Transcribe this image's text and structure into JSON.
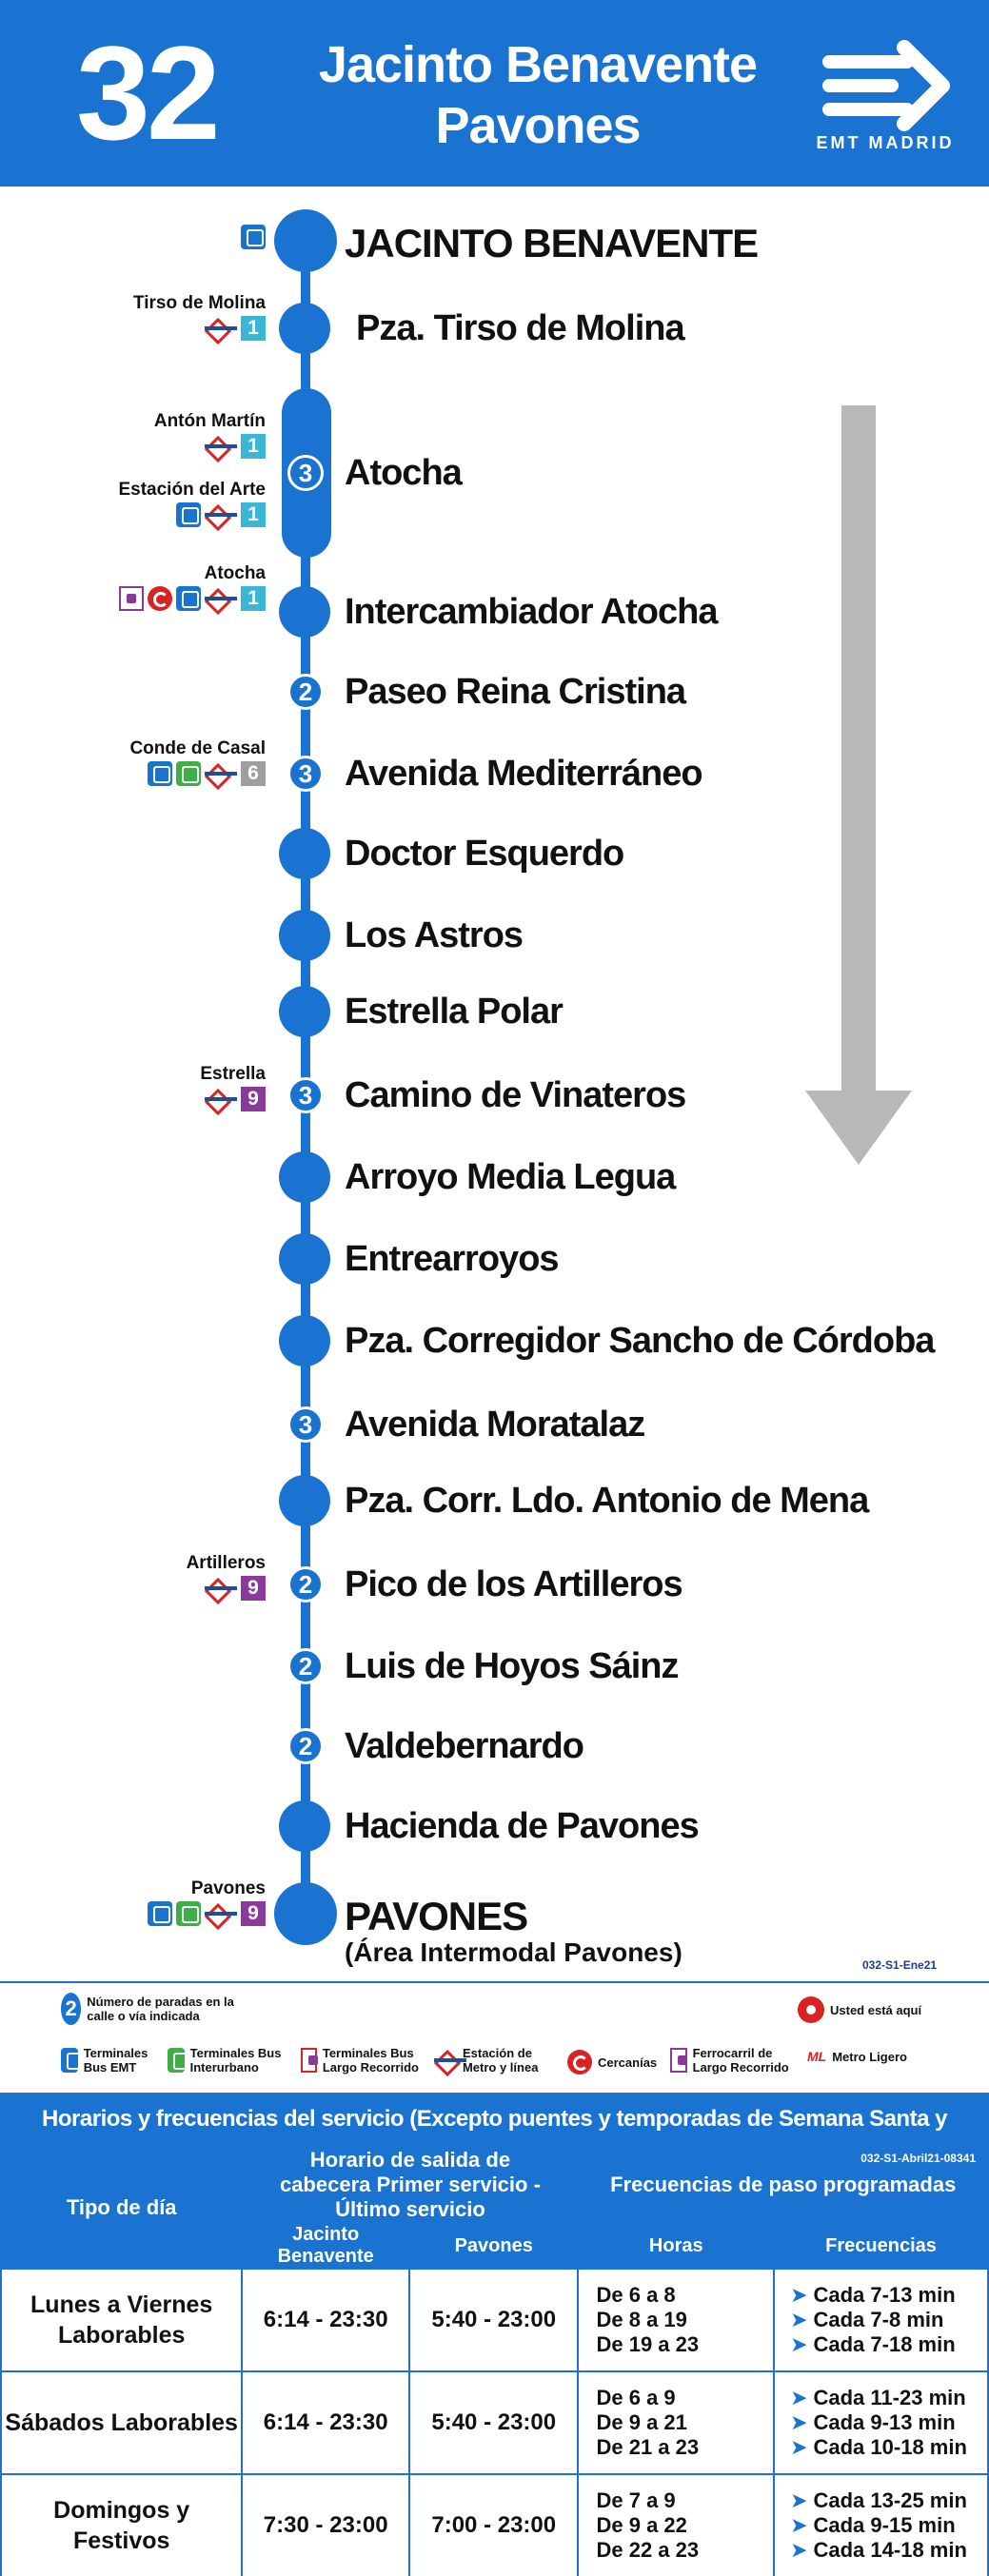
{
  "header": {
    "line_number": "32",
    "title_line1": "Jacinto Benavente",
    "title_line2": "Pavones",
    "logo_text": "EMT MADRID"
  },
  "stops": [
    {
      "name": "JACINTO BENAVENTE",
      "type": "terminal",
      "connection_name": "",
      "icons": [
        "bus-icon"
      ]
    },
    {
      "name": "Pza. Tirso de Molina",
      "type": "stop",
      "connection_name": "Tirso de Molina",
      "icons": [
        "metro-icon",
        "line-1"
      ]
    },
    {
      "name": "Atocha",
      "type": "grouped",
      "count": "3",
      "connections": [
        {
          "connection_name": "Antón Martín",
          "icons": [
            "metro-icon",
            "line-1"
          ]
        },
        {
          "connection_name": "Estación del Arte",
          "icons": [
            "bus-icon",
            "metro-icon",
            "line-1"
          ]
        }
      ]
    },
    {
      "name": "Intercambiador Atocha",
      "type": "stop",
      "connection_name": "Atocha",
      "icons": [
        "ferrocarril-icon",
        "cercanias-icon",
        "bus-icon",
        "metro-icon",
        "line-1"
      ]
    },
    {
      "name": "Paseo Reina Cristina",
      "type": "grouped",
      "count": "2"
    },
    {
      "name": "Avenida Mediterráneo",
      "type": "grouped",
      "count": "3",
      "connection_name": "Conde de Casal",
      "icons": [
        "bus-icon",
        "interurban-icon",
        "metro-icon",
        "line-6"
      ]
    },
    {
      "name": "Doctor Esquerdo",
      "type": "stop"
    },
    {
      "name": "Los Astros",
      "type": "stop"
    },
    {
      "name": "Estrella Polar",
      "type": "stop"
    },
    {
      "name": "Camino de Vinateros",
      "type": "grouped",
      "count": "3",
      "connection_name": "Estrella",
      "icons": [
        "metro-icon",
        "line-9"
      ]
    },
    {
      "name": "Arroyo Media Legua",
      "type": "stop"
    },
    {
      "name": "Entrearroyos",
      "type": "stop"
    },
    {
      "name": "Pza. Corregidor Sancho de Córdoba",
      "type": "stop"
    },
    {
      "name": "Avenida Moratalaz",
      "type": "grouped",
      "count": "3"
    },
    {
      "name": "Pza. Corr. Ldo. Antonio de Mena",
      "type": "stop"
    },
    {
      "name": "Pico de los Artilleros",
      "type": "grouped",
      "count": "2",
      "connection_name": "Artilleros",
      "icons": [
        "metro-icon",
        "line-9"
      ]
    },
    {
      "name": "Luis de Hoyos Sáinz",
      "type": "grouped",
      "count": "2"
    },
    {
      "name": "Valdebernardo",
      "type": "grouped",
      "count": "2"
    },
    {
      "name": "Hacienda de Pavones",
      "type": "stop"
    },
    {
      "name": "PAVONES",
      "subtitle": "(Área Intermodal Pavones)",
      "type": "terminal",
      "connection_name": "Pavones",
      "icons": [
        "bus-icon",
        "interurban-icon",
        "metro-icon",
        "line-9"
      ]
    }
  ],
  "lines": {
    "line-1": {
      "label": "1",
      "color": "#3bb7d6"
    },
    "line-6": {
      "label": "6",
      "color": "#9e9e9e"
    },
    "line-9": {
      "label": "9",
      "color": "#8a3a9a"
    }
  },
  "codes": {
    "map_code": "032-S1-Ene21",
    "schedule_code": "032-S1-Abril21-08341"
  },
  "legend": {
    "stops_count": "Número de paradas en la calle o vía indicada",
    "stops_count_num": "2",
    "you_are_here": "Usted está aquí",
    "bus_emt": "Terminales Bus EMT",
    "bus_interurban": "Terminales Bus Interurbano",
    "bus_long": "Terminales Bus Largo Recorrido",
    "metro": "Estación de Metro y línea",
    "cercanias": "Cercanías",
    "ferrocarril": "Ferrocarril de Largo Recorrido",
    "metro_ligero": "Metro Ligero",
    "ml_glyph": "ML"
  },
  "schedule": {
    "title": "Horarios y frecuencias del servicio (Excepto puentes y temporadas de Semana Santa y Verano)",
    "col_day_type": "Tipo de día",
    "col_departures": "Horario de salida de cabecera Primer servicio - Último servicio",
    "col_frequencies": "Frecuencias de paso programadas",
    "sub_jacinto": "Jacinto Benavente",
    "sub_pavones": "Pavones",
    "sub_hours": "Horas",
    "sub_freq": "Frecuencias",
    "rows": [
      {
        "day": "Lunes a Viernes Laborables",
        "jacinto": "6:14 - 23:30",
        "pavones": "5:40 - 23:00",
        "hours": [
          "De 6 a 8",
          "De 8 a 19",
          "De 19 a 23"
        ],
        "freq": [
          "Cada 7-13 min",
          "Cada 7-8 min",
          "Cada 7-18 min"
        ]
      },
      {
        "day": "Sábados Laborables",
        "jacinto": "6:14 - 23:30",
        "pavones": "5:40 - 23:00",
        "hours": [
          "De 6 a 9",
          "De 9 a 21",
          "De 21 a 23"
        ],
        "freq": [
          "Cada 11-23 min",
          "Cada 9-13 min",
          "Cada 10-18 min"
        ]
      },
      {
        "day": "Domingos y Festivos",
        "jacinto": "7:30 - 23:00",
        "pavones": "7:00 - 23:00",
        "hours": [
          "De 7 a 9",
          "De 9 a 22",
          "De 22 a 23"
        ],
        "freq": [
          "Cada 13-25 min",
          "Cada 9-15 min",
          "Cada 14-18 min"
        ]
      }
    ]
  },
  "colors": {
    "brand_blue": "#1a73d0",
    "arrow_gray": "#b8b8b8",
    "metro_red": "#d92323"
  }
}
